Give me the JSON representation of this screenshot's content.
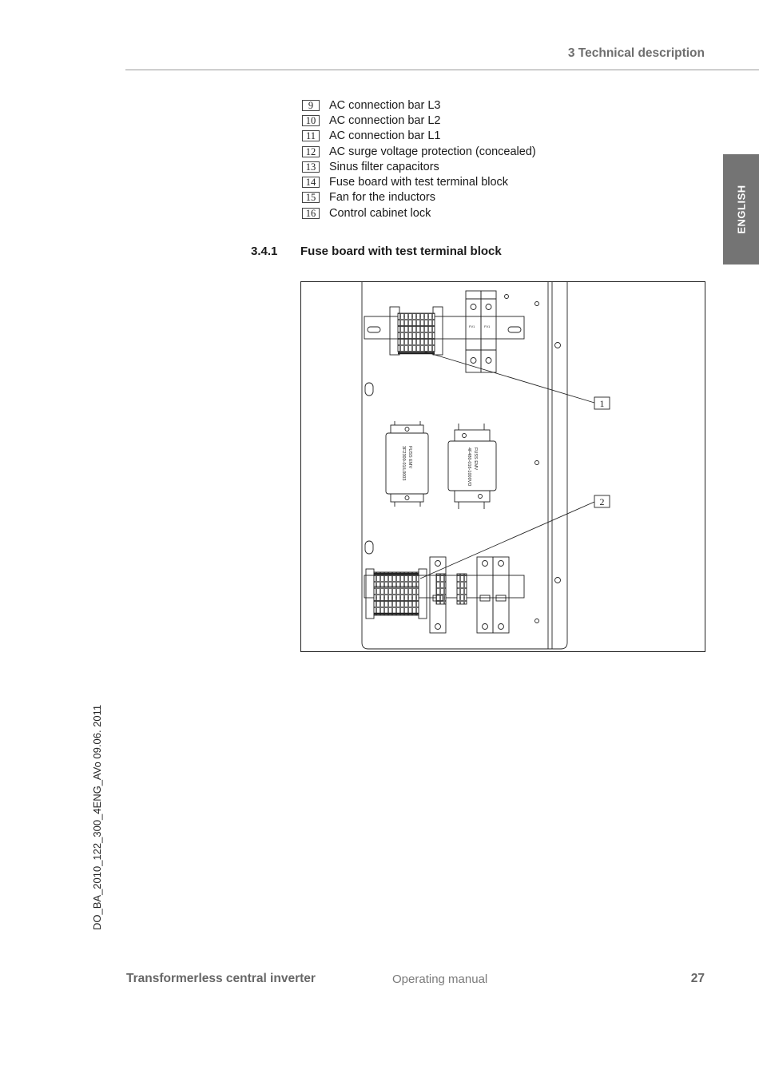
{
  "header": {
    "title": "3 Technical description"
  },
  "language_tab": {
    "label": "ENGLISH"
  },
  "legend": [
    {
      "num": "9",
      "label": "AC connection bar L3"
    },
    {
      "num": "10",
      "label": "AC connection bar L2"
    },
    {
      "num": "11",
      "label": "AC connection bar L1"
    },
    {
      "num": "12",
      "label": "AC surge voltage protection (concealed)"
    },
    {
      "num": "13",
      "label": "Sinus filter capacitors"
    },
    {
      "num": "14",
      "label": "Fuse board with test terminal block"
    },
    {
      "num": "15",
      "label": "Fan for the inductors"
    },
    {
      "num": "16",
      "label": "Control cabinet lock"
    }
  ],
  "section": {
    "number": "3.4.1",
    "title": "Fuse board with test terminal block"
  },
  "figure": {
    "callouts": [
      "1",
      "2"
    ],
    "labels": {
      "filter_left_line1": "FUSS EMV",
      "filter_left_line2": "3F2300-01/L0003",
      "filter_right_line1": "FUSS EMV",
      "filter_right_line2": "4F480-016-1000VD",
      "fuse_holder_mark": "FV1"
    }
  },
  "footer": {
    "doc_ref": "DO_BA_2010_122_300_4ENG_AVo   09.06. 2011",
    "title": "Transformerless central inverter",
    "subtitle": "Operating manual",
    "page": "27"
  }
}
